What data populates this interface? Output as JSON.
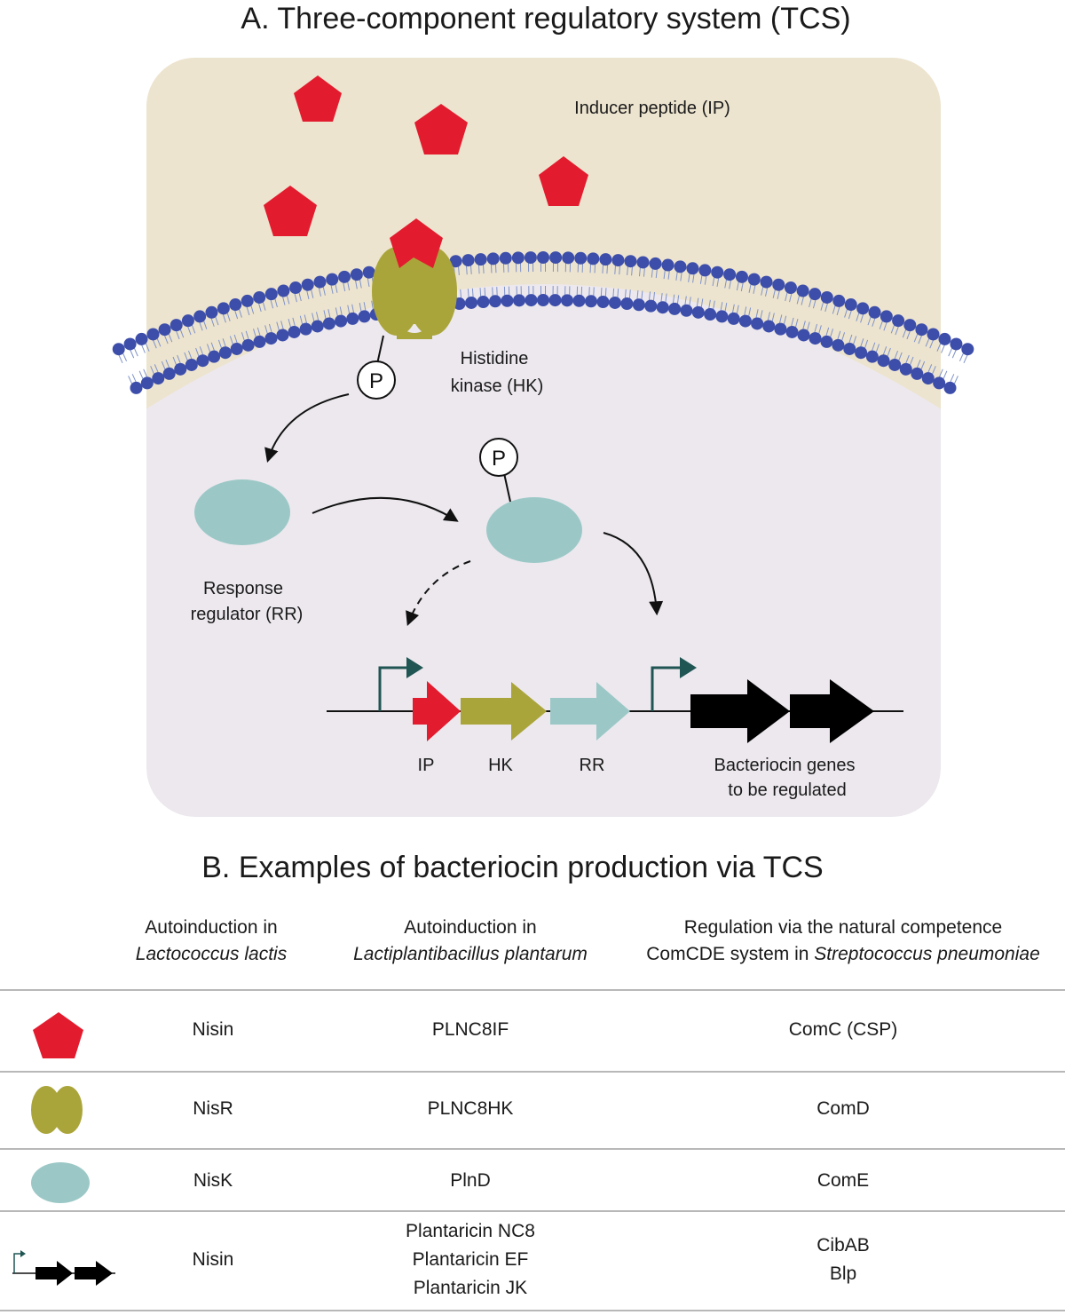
{
  "panel_a": {
    "title": "A. Three-component regulatory system (TCS)",
    "inducer_label": "Inducer peptide (IP)",
    "hk_label_1": "Histidine",
    "hk_label_2": "kinase (HK)",
    "rr_label_1": "Response",
    "rr_label_2": "regulator (RR)",
    "phospho_symbol": "P",
    "gene_labels": {
      "ip": "IP",
      "hk": "HK",
      "rr": "RR"
    },
    "target_label_1": "Bacteriocin genes",
    "target_label_2": "to be regulated"
  },
  "panel_b": {
    "title": "B. Examples of bacteriocin production via TCS",
    "columns": [
      {
        "line1": "Autoinduction in",
        "line2_italic": "Lactococcus lactis",
        "line2_prefix": ""
      },
      {
        "line1": "Autoinduction in",
        "line2_italic": "Lactiplantibacillus plantarum",
        "line2_prefix": ""
      },
      {
        "line1": "Regulation via the natural competence",
        "line2_prefix": "ComCDE system in ",
        "line2_italic": "Streptococcus pneumoniae"
      }
    ],
    "rows": [
      {
        "icon": "pentagon-icon",
        "cells": [
          "Nisin",
          "PLNC8IF",
          "ComC (CSP)"
        ]
      },
      {
        "icon": "histidine-kinase-icon",
        "cells": [
          "NisR",
          "PLNC8HK",
          "ComD"
        ]
      },
      {
        "icon": "response-regulator-icon",
        "cells": [
          "NisK",
          "PlnD",
          "ComE"
        ]
      },
      {
        "icon": "gene-arrows-icon",
        "cells": [
          "Nisin",
          "Plantaricin NC8",
          "Plantaricin EF",
          "Plantaricin JK",
          "CibAB",
          "Blp"
        ]
      }
    ]
  },
  "colors": {
    "inducer_red": "#e31b2e",
    "kinase_olive": "#aaa53a",
    "regulator_teal": "#9bc8c6",
    "membrane_blue": "#3d4eaa",
    "outside_beige": "#ede4cf",
    "inside_lavender": "#ece8ee",
    "promoter_green": "#1f5553"
  }
}
